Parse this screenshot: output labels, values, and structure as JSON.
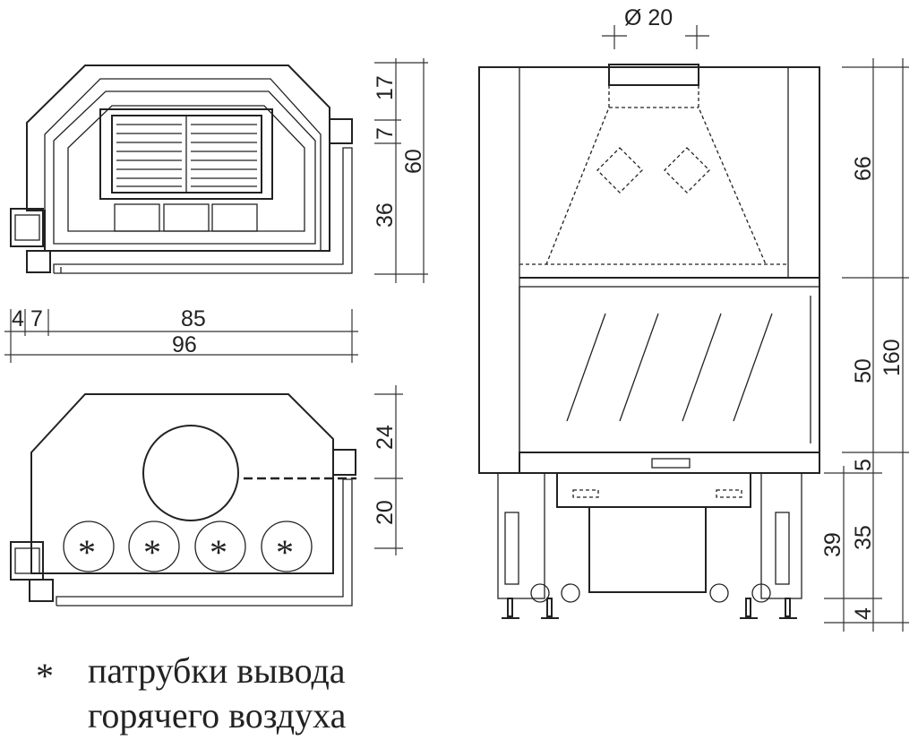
{
  "flue_diameter": "Ø 20",
  "top_view": {
    "dims_vertical": [
      "17",
      "7",
      "60",
      "36"
    ],
    "dims_horizontal": [
      "4",
      "7",
      "85",
      "96"
    ]
  },
  "bottom_view": {
    "dims_vertical": [
      "24",
      "20"
    ],
    "fan_symbol": "*"
  },
  "front_view": {
    "dims": [
      "66",
      "50",
      "160",
      "5",
      "35",
      "39",
      "4"
    ]
  },
  "legend": {
    "symbol": "*",
    "line1": "патрубки вывода",
    "line2": "горячего воздуха"
  }
}
